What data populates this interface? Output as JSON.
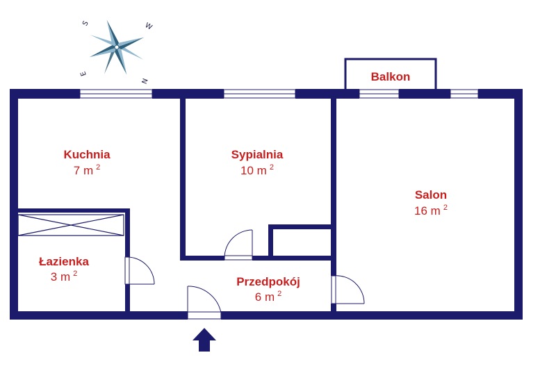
{
  "colors": {
    "wall": "#1c1a6b",
    "label": "#c81e1e",
    "compass_light": "#8fb8cf",
    "compass_dark": "#2f5f7a"
  },
  "compass": {
    "letters": {
      "s": "S",
      "w": "W",
      "e": "E",
      "n": "N"
    }
  },
  "rooms": {
    "kuchnia": {
      "name": "Kuchnia",
      "area": "7 m",
      "sup": "2"
    },
    "sypialnia": {
      "name": "Sypialnia",
      "area": "10 m",
      "sup": "2"
    },
    "salon": {
      "name": "Salon",
      "area": "16 m",
      "sup": "2"
    },
    "lazienka": {
      "name": "Łazienka",
      "area": "3 m",
      "sup": "2"
    },
    "przedpokoj": {
      "name": "Przedpokój",
      "area": "6 m",
      "sup": "2"
    }
  },
  "balcony": {
    "label": "Balkon"
  },
  "icons": {
    "entrance": "entrance-arrow-icon",
    "compass": "compass-rose-icon"
  }
}
